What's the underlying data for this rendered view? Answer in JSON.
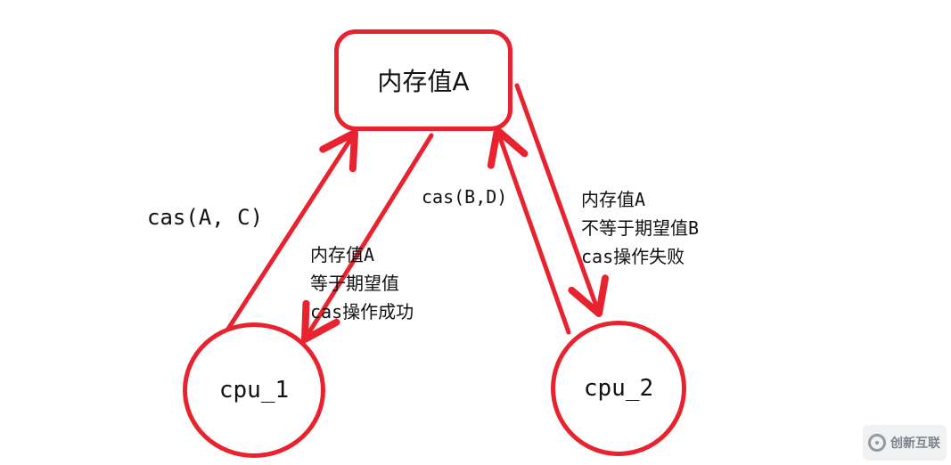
{
  "nodes": {
    "memory": "内存值A",
    "cpu1": "cpu_1",
    "cpu2": "cpu_2"
  },
  "edge_labels": {
    "cas_ac": "cas(A, C)",
    "cas_bd": "cas(B,D)",
    "success": [
      "内存值A",
      "等于期望值",
      "cas操作成功"
    ],
    "fail": [
      "内存值A",
      "不等于期望值B",
      "cas操作失败"
    ]
  },
  "watermark": "创新互联",
  "colors": {
    "stroke": "#e8232f",
    "text": "#111111"
  }
}
